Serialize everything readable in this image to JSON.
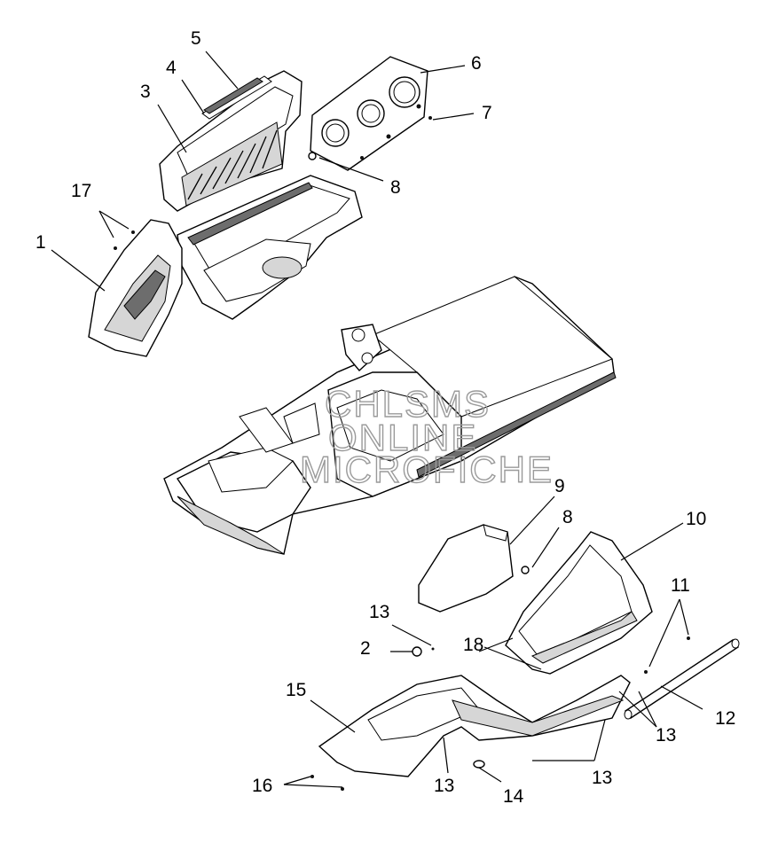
{
  "callouts": {
    "c1": "1",
    "c2": "2",
    "c3": "3",
    "c4": "4",
    "c5": "5",
    "c6": "6",
    "c7": "7",
    "c8a": "8",
    "c8b": "8",
    "c9": "9",
    "c10": "10",
    "c11": "11",
    "c12": "12",
    "c13a": "13",
    "c13b": "13",
    "c13c": "13",
    "c13d": "13",
    "c14": "14",
    "c15": "15",
    "c16": "16",
    "c17": "17",
    "c18": "18"
  },
  "watermark": {
    "line1": "CHLSMS",
    "line2": "ONLINE",
    "line3": "MICROFICHE"
  }
}
